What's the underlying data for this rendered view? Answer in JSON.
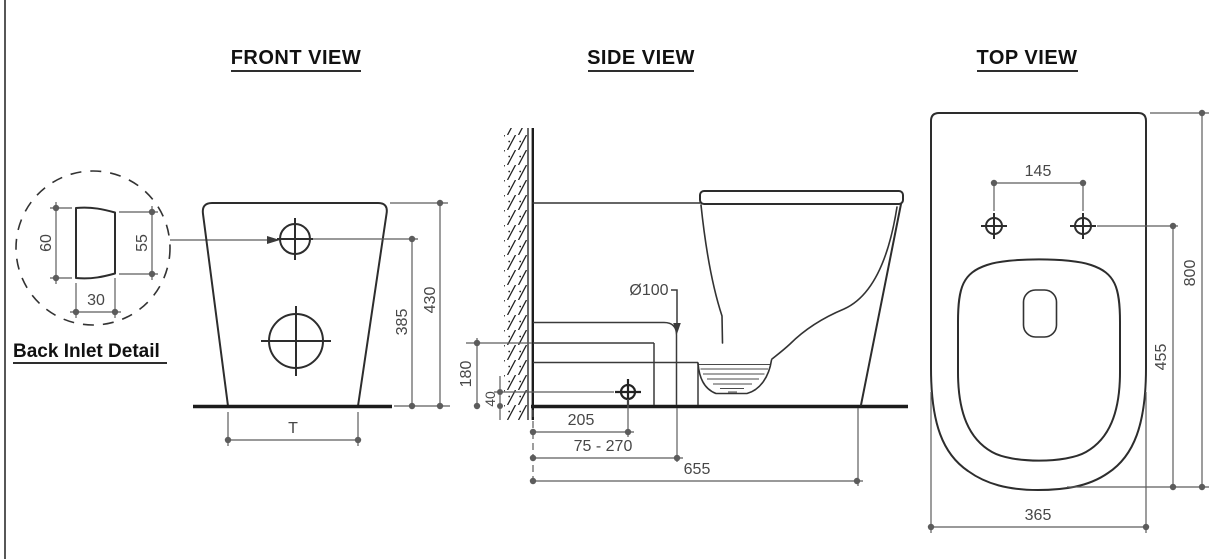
{
  "drawing_type": "toilet-pan-installation-dimension-drawing",
  "colors": {
    "background": "#ffffff",
    "object_line": "#2d2d2d",
    "dimension_line": "#5c5c5c",
    "dimension_text": "#474747",
    "title_text": "#111111"
  },
  "detail": {
    "label": "Back Inlet Detail",
    "dim_outer_height": "60",
    "dim_inner_height": "55",
    "dim_width": "30"
  },
  "front_view": {
    "title": "FRONT VIEW",
    "dim_inlet_height": "385",
    "dim_total_height": "430",
    "dim_base_width": "T"
  },
  "side_view": {
    "title": "SIDE VIEW",
    "dim_outlet_diameter": "Ø100",
    "dim_inlet_height": "180",
    "dim_floor_offset": "40",
    "dim_trap_distance": "205",
    "dim_outlet_range": "75 - 270",
    "dim_total_depth": "655"
  },
  "top_view": {
    "title": "TOP VIEW",
    "dim_fixing_centres": "145",
    "dim_total_length": "800",
    "dim_fixing_to_front": "455",
    "dim_width": "365"
  }
}
